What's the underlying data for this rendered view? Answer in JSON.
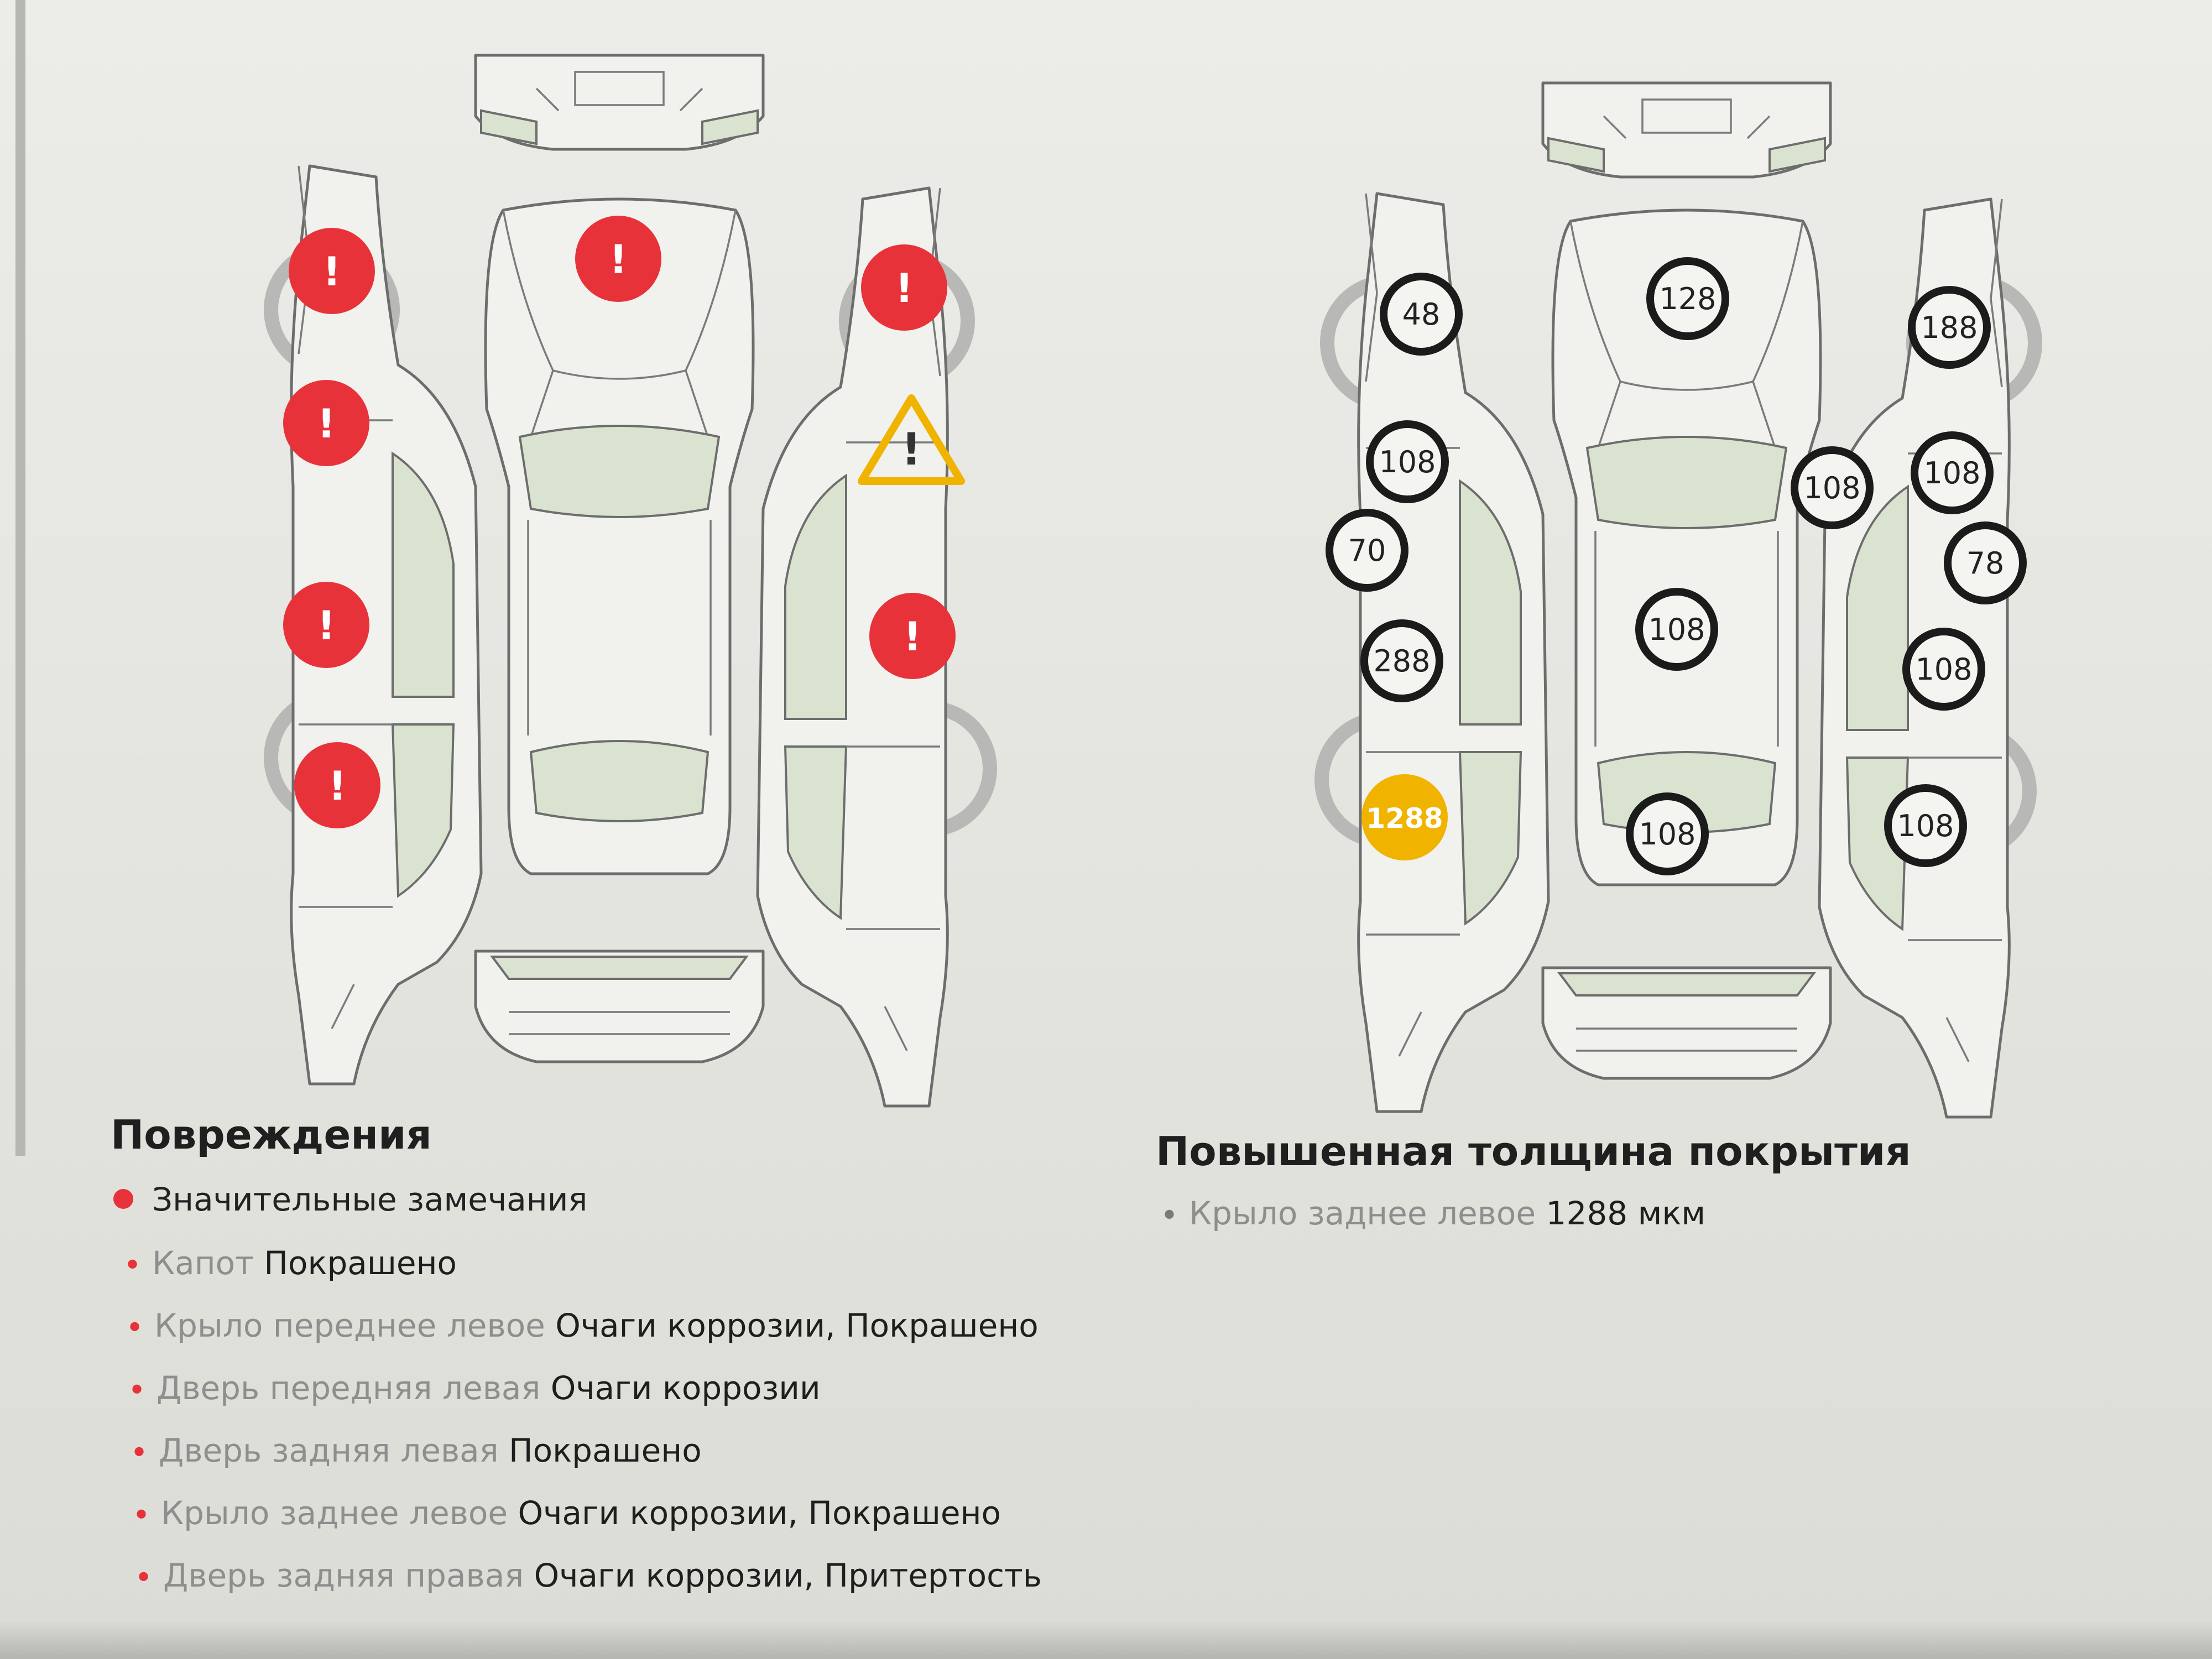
{
  "colors": {
    "damage_marker": "#e8323a",
    "warning_marker": "#f0b400",
    "thickness_high": "#f0b400",
    "thickness_ring": "#1b1b1b"
  },
  "damage_diagram": {
    "marker_icon": "exclamation-icon",
    "marker_label": "!",
    "warning_icon": "warning-triangle-icon"
  },
  "thickness_diagram": {
    "left_side": [
      "48",
      "108",
      "70",
      "288",
      "1288"
    ],
    "body": [
      "128",
      "108",
      "108"
    ],
    "right_side": [
      "108",
      "188",
      "108",
      "78",
      "108",
      "108"
    ],
    "highlighted": "1288"
  },
  "damages": {
    "title": "Повреждения",
    "legend": "Значительные замечания",
    "items": [
      {
        "part": "Капот",
        "status": "Покрашено"
      },
      {
        "part": "Крыло переднее левое",
        "status": "Очаги коррозии, Покрашено"
      },
      {
        "part": "Дверь передняя левая",
        "status": "Очаги коррозии"
      },
      {
        "part": "Дверь задняя левая",
        "status": "Покрашено"
      },
      {
        "part": "Крыло заднее левое",
        "status": "Очаги коррозии, Покрашено"
      },
      {
        "part": "Дверь задняя правая",
        "status": "Очаги коррозии, Притертость"
      }
    ]
  },
  "coating": {
    "title": "Повышенная толщина покрытия",
    "items": [
      {
        "part": "Крыло заднее левое",
        "status": "1288 мкм"
      }
    ]
  }
}
